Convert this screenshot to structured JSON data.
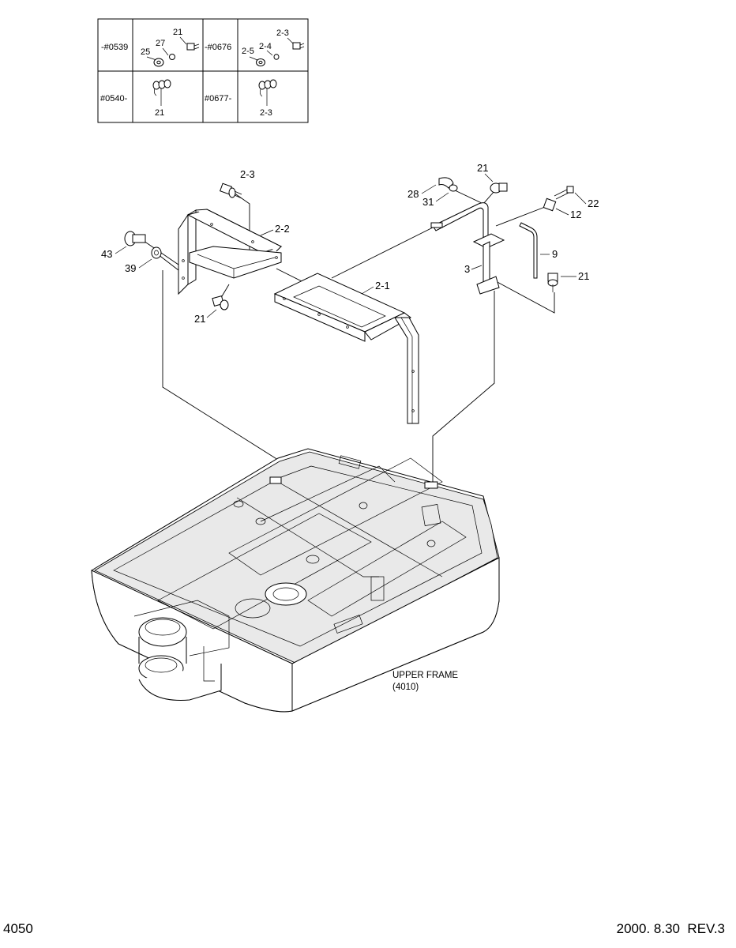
{
  "sheet": {
    "page_number": "4050",
    "revision": "2000. 8.30  REV.3"
  },
  "serial_table": {
    "rows": [
      [
        {
          "serial": "-#0539",
          "parts": [
            "25",
            "27",
            "21"
          ]
        },
        {
          "serial": "-#0676",
          "parts": [
            "2-5",
            "2-4",
            "2-3"
          ]
        }
      ],
      [
        {
          "serial": "#0540-",
          "parts": [
            "21"
          ]
        },
        {
          "serial": "#0677-",
          "parts": [
            "2-3"
          ]
        }
      ]
    ]
  },
  "callouts": {
    "c2_3": "2-3",
    "c2_2": "2-2",
    "c43": "43",
    "c39": "39",
    "c21_left": "21",
    "c2_1": "2-1",
    "c28": "28",
    "c31": "31",
    "c21_top": "21",
    "c22": "22",
    "c12": "12",
    "c9": "9",
    "c3": "3",
    "c21_right": "21"
  },
  "frame_label": {
    "line1": "UPPER FRAME",
    "line2": "(4010)"
  }
}
